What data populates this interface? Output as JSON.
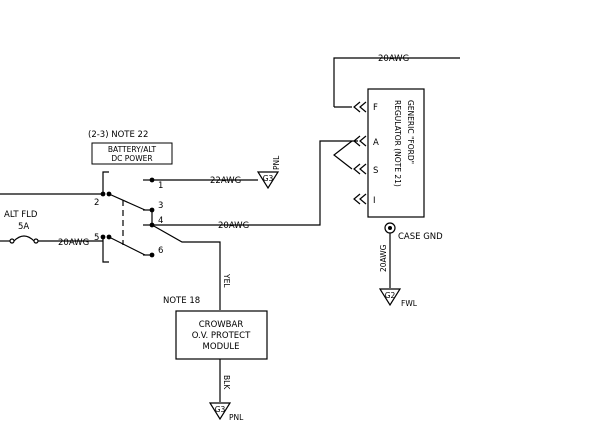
{
  "switch": {
    "note": "(2-3) NOTE 22",
    "title_line1": "BATTERY/ALT",
    "title_line2": "DC POWER",
    "pins": {
      "p1": "1",
      "p2": "2",
      "p3": "3",
      "p4": "4",
      "p5": "5",
      "p6": "6"
    }
  },
  "wires": {
    "pin1": "22AWG",
    "pin4": "20AWG",
    "top": "20AWG",
    "fuse": "20AWG",
    "case": "20AWG",
    "yel": "YEL",
    "blk": "BLK"
  },
  "fuse": {
    "label1": "ALT FLD",
    "label2": "5A"
  },
  "grounds": {
    "pnl_top": {
      "code": "G3",
      "label": "PNL"
    },
    "fwl": {
      "code": "G2",
      "label": "FWL"
    },
    "pnl_bottom": {
      "code": "G3",
      "label": "PNL"
    }
  },
  "regulator": {
    "title": "GENERIC \"FORD\"",
    "subtitle": "REGULATOR (NOTE 21)",
    "pins": {
      "f": "F",
      "a": "A",
      "s": "S",
      "i": "I"
    },
    "case_gnd": "CASE GND"
  },
  "crowbar": {
    "note": "NOTE 18",
    "line1": "CROWBAR",
    "line2": "O.V. PROTECT",
    "line3": "MODULE"
  }
}
